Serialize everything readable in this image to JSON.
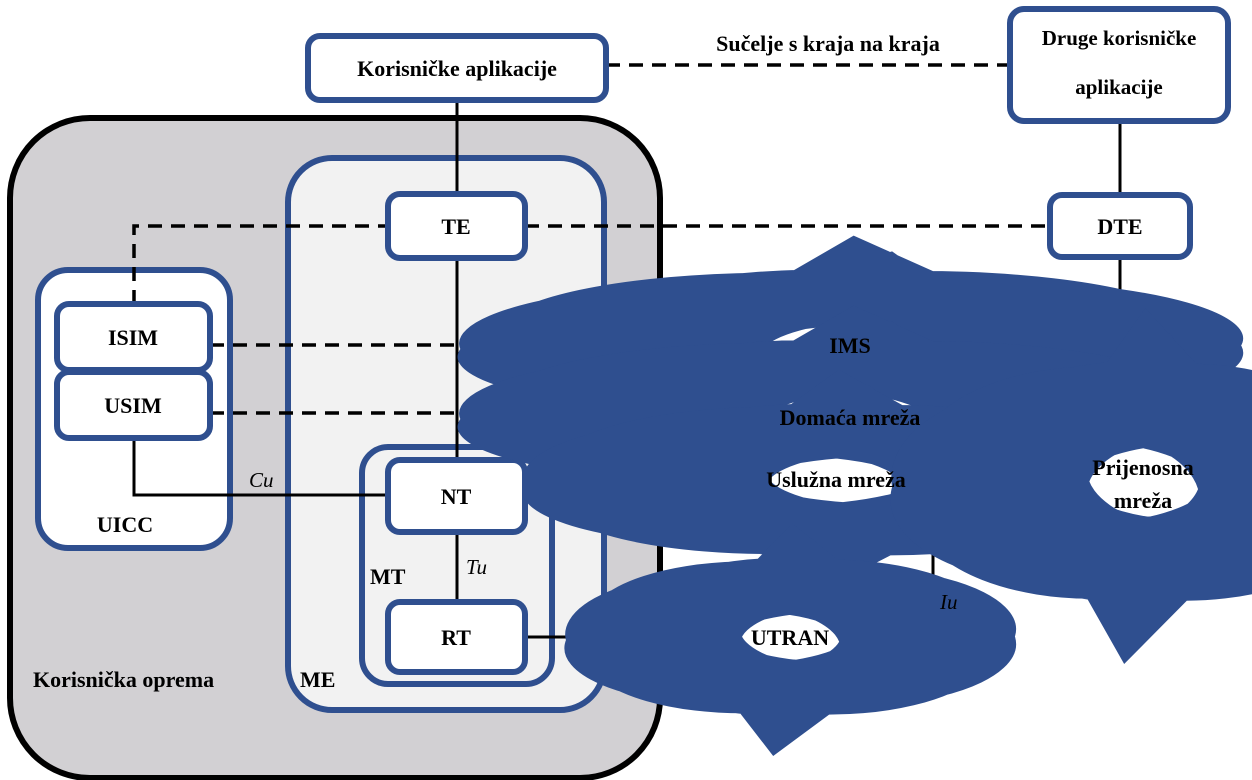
{
  "colors": {
    "box_border": "#2f4f8f",
    "ue_fill": "#d2d0d3",
    "inner_fill": "#f2f2f2",
    "line": "#000000"
  },
  "labels": {
    "end_to_end": "Sučelje s kraja na kraja",
    "user_apps": "Korisničke aplikacije",
    "other_apps_line1": "Druge korisničke",
    "other_apps_line2": "aplikacije",
    "te": "TE",
    "dte": "DTE",
    "isim": "ISIM",
    "usim": "USIM",
    "uicc": "UICC",
    "nt": "NT",
    "rt": "RT",
    "mt": "MT",
    "me": "ME",
    "user_equipment": "Korisnička oprema",
    "cu": "Cu",
    "tu": "Tu",
    "iu": "Iu"
  },
  "clouds": {
    "ims": "IMS",
    "home_network": "Domaća mreža",
    "serving_network": "Uslužna mreža",
    "transit_line1": "Prijenosna",
    "transit_line2": "mreža",
    "utran": "UTRAN"
  }
}
